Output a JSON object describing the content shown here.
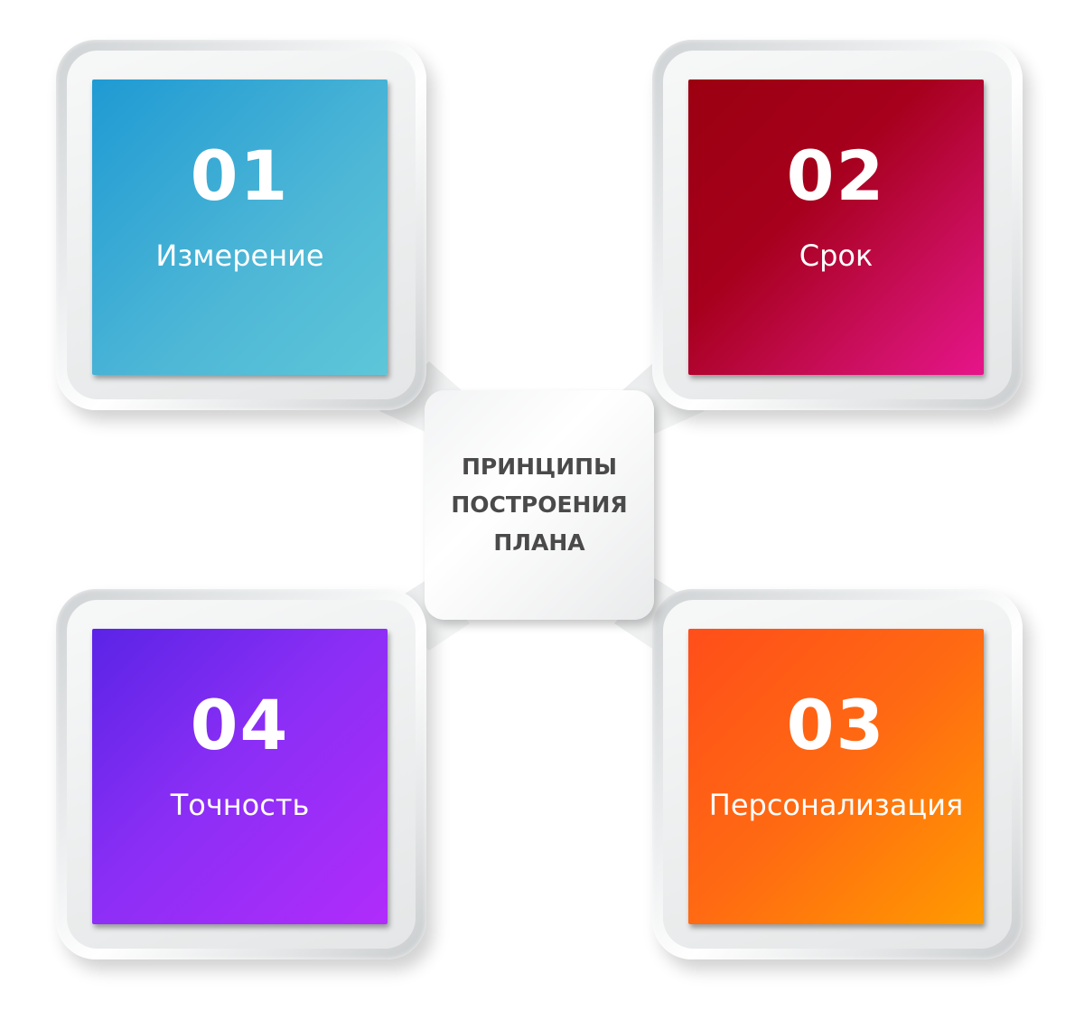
{
  "center": {
    "lines": [
      "ПРИНЦИПЫ",
      "ПОСТРОЕНИЯ",
      "ПЛАНА"
    ]
  },
  "items": [
    {
      "number": "01",
      "label": "Измерение",
      "color_start": "#1f9ad3",
      "color_end": "#5ec6d8"
    },
    {
      "number": "02",
      "label": "Срок",
      "color_start": "#9b0010",
      "color_end": "#e6148a"
    },
    {
      "number": "03",
      "label": "Персонализация",
      "color_start": "#ff4e1a",
      "color_end": "#ff9b00"
    },
    {
      "number": "04",
      "label": "Точность",
      "color_start": "#5a24e6",
      "color_end": "#b12cfb"
    }
  ],
  "colors": {
    "frame": "#e4e6e7",
    "center_text": "#4a4a4a",
    "tile_text": "#ffffff"
  }
}
